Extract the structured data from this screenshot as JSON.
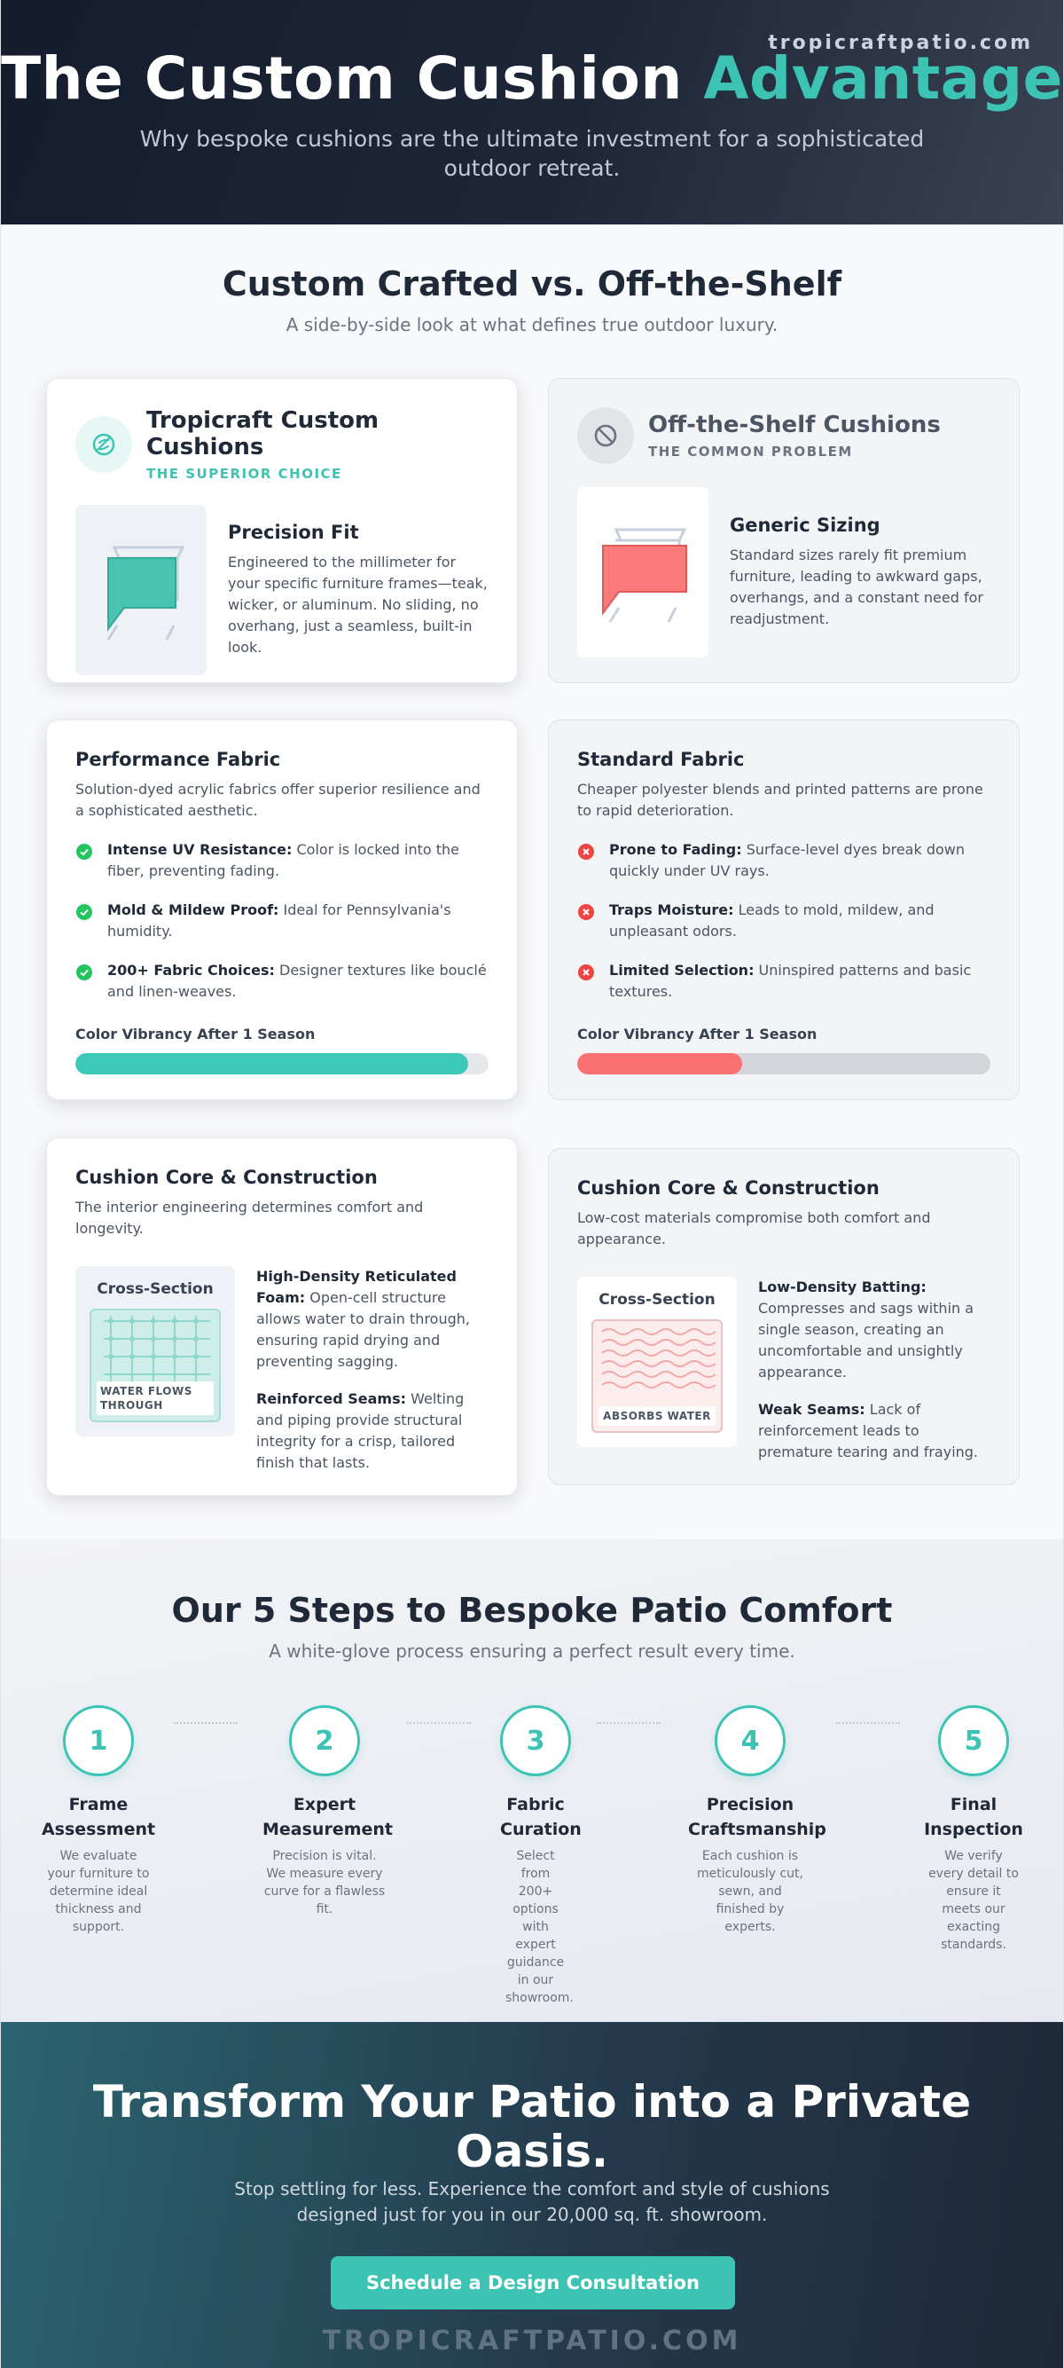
{
  "header": {
    "site": "tropicraftpatio.com",
    "title_main": "The Custom Cushion",
    "title_accent": "Advantage",
    "subtitle": "Why bespoke cushions are the ultimate investment for a sophisticated outdoor retreat."
  },
  "comparison": {
    "title": "Custom Crafted vs. Off-the-Shelf",
    "subtitle": "A side-by-side look at what defines true outdoor luxury.",
    "custom": {
      "title": "Tropicraft Custom Cushions",
      "tag": "THE SUPERIOR CHOICE",
      "fit_title": "Precision Fit",
      "fit_desc": "Engineered to the millimeter for your specific furniture frames—teak, wicker, or aluminum. No sliding, no overhang, just a seamless, built-in look.",
      "fabric_title": "Performance Fabric",
      "fabric_desc": "Solution-dyed acrylic fabrics offer superior resilience and a sophisticated aesthetic.",
      "features": [
        {
          "label": "Intense UV Resistance:",
          "text": " Color is locked into the fiber, preventing fading."
        },
        {
          "label": "Mold & Mildew Proof:",
          "text": " Ideal for Pennsylvania's humidity."
        },
        {
          "label": "200+ Fabric Choices:",
          "text": " Designer textures like bouclé and linen-weaves."
        }
      ],
      "vibrancy_label": "Color Vibrancy After 1 Season",
      "vibrancy": 0.95,
      "core_title": "Cushion Core & Construction",
      "core_desc": "The interior engineering determines comfort and longevity.",
      "cross_title": "Cross-Section",
      "cross_label": "WATER FLOWS THROUGH",
      "core_points": [
        {
          "label": "High-Density Reticulated Foam:",
          "text": " Open-cell structure allows water to drain through, ensuring rapid drying and preventing sagging."
        },
        {
          "label": "Reinforced Seams:",
          "text": " Welting and piping provide structural integrity for a crisp, tailored finish that lasts."
        }
      ]
    },
    "generic": {
      "title": "Off-the-Shelf Cushions",
      "tag": "THE COMMON PROBLEM",
      "fit_title": "Generic Sizing",
      "fit_desc": "Standard sizes rarely fit premium furniture, leading to awkward gaps, overhangs, and a constant need for readjustment.",
      "fabric_title": "Standard Fabric",
      "fabric_desc": "Cheaper polyester blends and printed patterns are prone to rapid deterioration.",
      "features": [
        {
          "label": "Prone to Fading:",
          "text": " Surface-level dyes break down quickly under UV rays."
        },
        {
          "label": "Traps Moisture:",
          "text": " Leads to mold, mildew, and unpleasant odors."
        },
        {
          "label": "Limited Selection:",
          "text": " Uninspired patterns and basic textures."
        }
      ],
      "vibrancy_label": "Color Vibrancy After 1 Season",
      "vibrancy": 0.4,
      "core_title": "Cushion Core & Construction",
      "core_desc": "Low-cost materials compromise both comfort and appearance.",
      "cross_title": "Cross-Section",
      "cross_label": "ABSORBS WATER",
      "core_points": [
        {
          "label": "Low-Density Batting:",
          "text": " Compresses and sags within a single season, creating an uncomfortable and unsightly appearance."
        },
        {
          "label": "Weak Seams:",
          "text": " Lack of reinforcement leads to premature tearing and fraying."
        }
      ]
    }
  },
  "steps": {
    "title": "Our 5 Steps to Bespoke Patio Comfort",
    "subtitle": "A white-glove process ensuring a perfect result every time.",
    "items": [
      {
        "num": "1",
        "title": "Frame Assessment",
        "desc": "We evaluate your furniture to determine ideal thickness and support."
      },
      {
        "num": "2",
        "title": "Expert Measurement",
        "desc": "Precision is vital. We measure every curve for a flawless fit."
      },
      {
        "num": "3",
        "title": "Fabric Curation",
        "desc": "Select from 200+ options with expert guidance in our showroom."
      },
      {
        "num": "4",
        "title": "Precision Craftsmanship",
        "desc": "Each cushion is meticulously cut, sewn, and finished by experts."
      },
      {
        "num": "5",
        "title": "Final Inspection",
        "desc": "We verify every detail to ensure it meets our exacting standards."
      }
    ]
  },
  "cta": {
    "title": "Transform Your Patio into a Private Oasis.",
    "text": "Stop settling for less. Experience the comfort and style of cushions designed just for you in our 20,000 sq. ft. showroom.",
    "button": "Schedule a Design Consultation",
    "brand": "TROPICRAFTPATIO.COM"
  },
  "colors": {
    "accent": "#3cc3b3",
    "negative": "#fb7171",
    "dark": "#1f2937"
  }
}
